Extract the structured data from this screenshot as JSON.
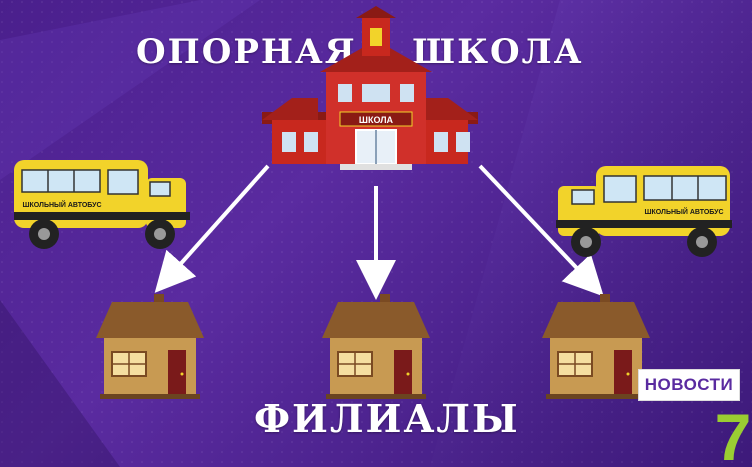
{
  "heading": {
    "left": "ОПОРНАЯ",
    "right": "ШКОЛА",
    "bottom": "ФИЛИАЛЫ"
  },
  "school": {
    "sign": "ШКОЛА",
    "icon": "school-building-icon"
  },
  "buses": {
    "left_label": "ШКОЛЬНЫЙ АВТОБУС",
    "right_label": "ШКОЛЬНЫЙ АВТОБУС",
    "icon": "school-bus-icon"
  },
  "branches": {
    "icon": "house-icon",
    "count": 3
  },
  "badge": {
    "news": "НОВОСТИ",
    "channel": "7"
  },
  "colors": {
    "background": "#4a1f8c",
    "bus_yellow": "#f2d32a",
    "school_red": "#c8281e",
    "house_roof": "#8a5a2b",
    "house_wall": "#c89a52",
    "channel_green": "#9acd32"
  }
}
